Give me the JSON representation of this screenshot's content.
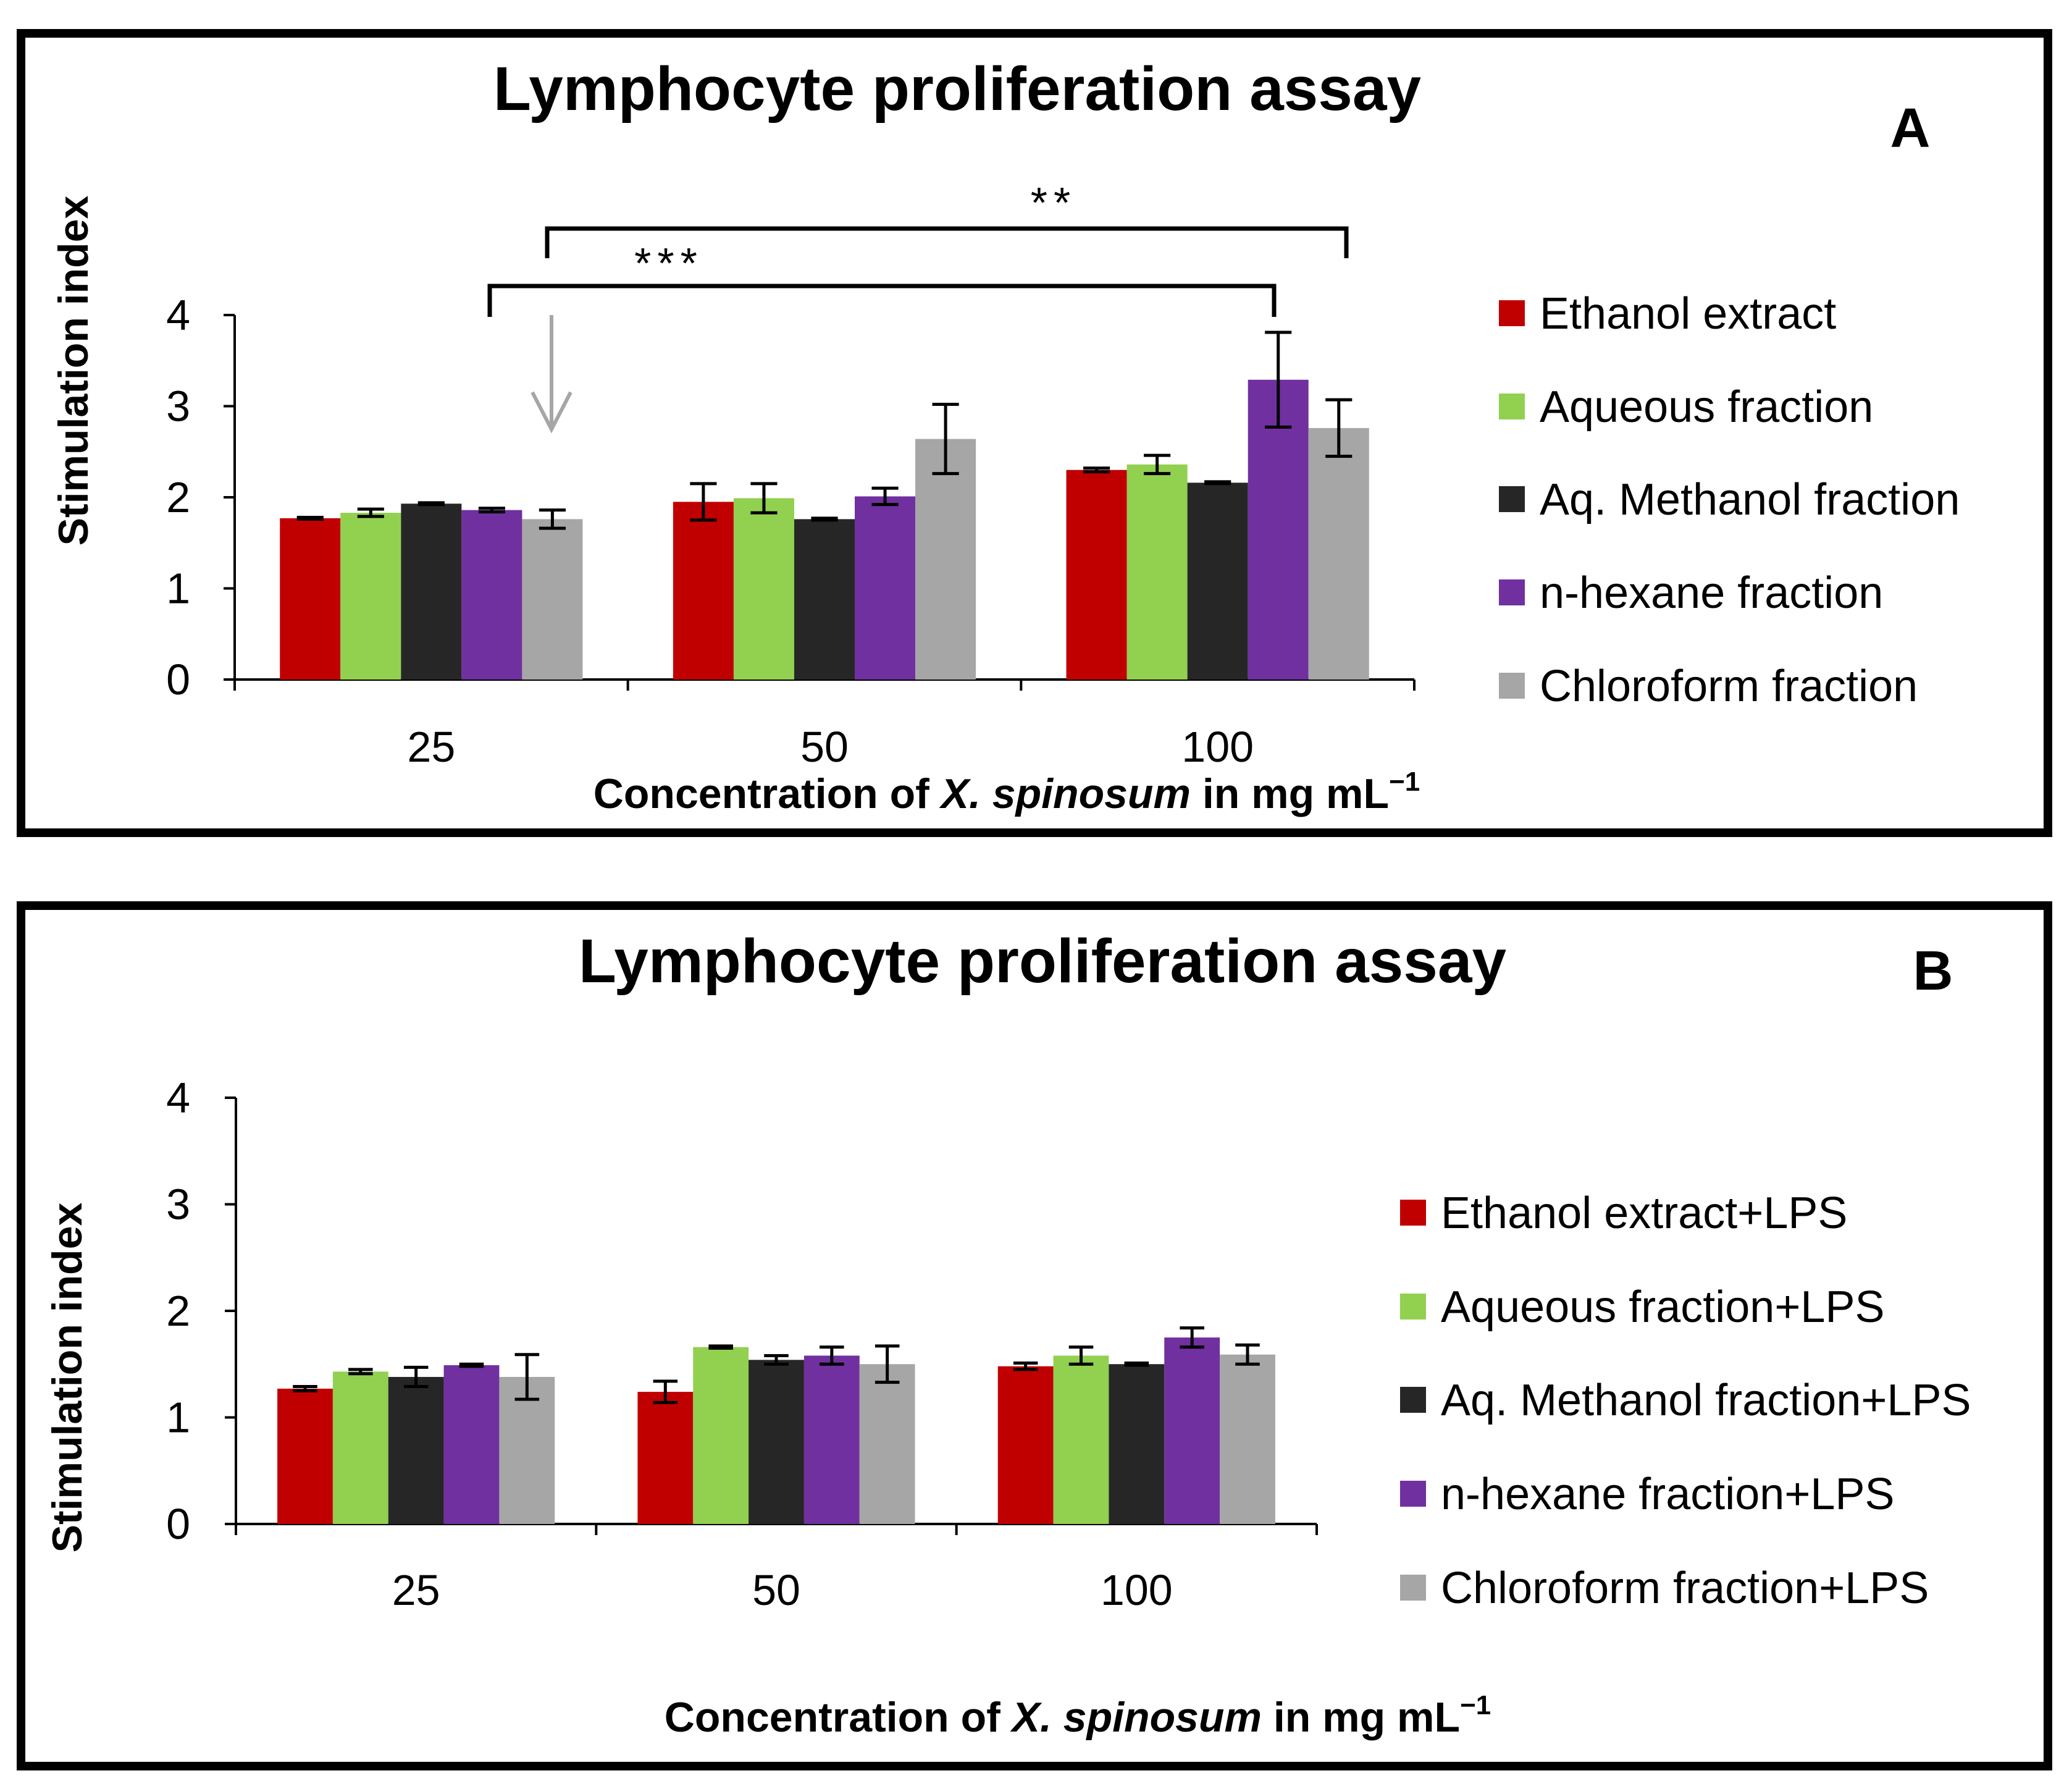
{
  "figure": {
    "panels": [
      {
        "title": "Lymphocyte proliferation assay",
        "letter": "A",
        "ylabel": "Stimulation index",
        "xlabel_prefix": "Concentration of ",
        "xlabel_species": "X. spinosum",
        "xlabel_suffix": " in mg mL",
        "xlabel_sup": "−1",
        "significance": [
          {
            "label": "***"
          },
          {
            "label": "**"
          }
        ]
      },
      {
        "title": "Lymphocyte proliferation assay",
        "letter": "B",
        "ylabel": "Stimulation index",
        "xlabel_prefix": "Concentration of ",
        "xlabel_species": "X. spinosum",
        "xlabel_suffix": " in mg mL",
        "xlabel_sup": "−1"
      }
    ]
  },
  "chart_data": [
    {
      "type": "bar",
      "title": "Lymphocyte proliferation assay",
      "panel": "A",
      "xlabel": "Concentration of X. spinosum in mg mL−1",
      "ylabel": "Stimulation index",
      "ylim": [
        0,
        4
      ],
      "yticks": [
        0,
        1,
        2,
        3,
        4
      ],
      "categories": [
        "25",
        "50",
        "100"
      ],
      "legend_position": "right",
      "series": [
        {
          "name": "Ethanol extract",
          "color": "#c00000",
          "values": [
            1.77,
            1.95,
            2.3
          ],
          "errors": [
            0.01,
            0.2,
            0.02
          ]
        },
        {
          "name": "Aqueous fraction",
          "color": "#92d050",
          "values": [
            1.83,
            1.99,
            2.36
          ],
          "errors": [
            0.04,
            0.16,
            0.1
          ]
        },
        {
          "name": "Aq. Methanol fraction",
          "color": "#262626",
          "values": [
            1.93,
            1.76,
            2.16
          ],
          "errors": [
            0.01,
            0.01,
            0.01
          ]
        },
        {
          "name": "n-hexane fraction",
          "color": "#7030a0",
          "values": [
            1.86,
            2.01,
            3.29
          ],
          "errors": [
            0.02,
            0.09,
            0.52
          ]
        },
        {
          "name": "Chloroform fraction",
          "color": "#a6a6a6",
          "values": [
            1.76,
            2.64,
            2.76
          ],
          "errors": [
            0.1,
            0.38,
            0.31
          ]
        }
      ]
    },
    {
      "type": "bar",
      "title": "Lymphocyte proliferation assay",
      "panel": "B",
      "xlabel": "Concentration of X. spinosum in mg mL−1",
      "ylabel": "Stimulation index",
      "ylim": [
        0,
        4
      ],
      "yticks": [
        0,
        1,
        2,
        3,
        4
      ],
      "categories": [
        "25",
        "50",
        "100"
      ],
      "legend_position": "right",
      "series": [
        {
          "name": "Ethanol extract+LPS",
          "color": "#c00000",
          "values": [
            1.27,
            1.24,
            1.48
          ],
          "errors": [
            0.02,
            0.1,
            0.03
          ]
        },
        {
          "name": "Aqueous fraction+LPS",
          "color": "#92d050",
          "values": [
            1.43,
            1.66,
            1.58
          ],
          "errors": [
            0.02,
            0.01,
            0.08
          ]
        },
        {
          "name": "Aq. Methanol fraction+LPS",
          "color": "#262626",
          "values": [
            1.38,
            1.54,
            1.5
          ],
          "errors": [
            0.09,
            0.04,
            0.01
          ]
        },
        {
          "name": "n-hexane fraction+LPS",
          "color": "#7030a0",
          "values": [
            1.49,
            1.58,
            1.75
          ],
          "errors": [
            0.01,
            0.08,
            0.09
          ]
        },
        {
          "name": "Chloroform fraction+LPS",
          "color": "#a6a6a6",
          "values": [
            1.38,
            1.5,
            1.59
          ],
          "errors": [
            0.21,
            0.17,
            0.09
          ]
        }
      ]
    }
  ]
}
